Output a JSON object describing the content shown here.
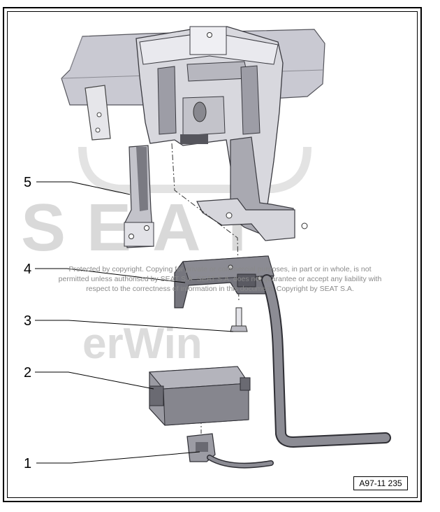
{
  "watermark": {
    "logo_text": "SEAT",
    "erwin_text": "erWin",
    "notice_lines": [
      "Protected by copyright. Copying for private or commercial purposes, in part or in whole, is not",
      "permitted unless authorised by SEAT S.A. SEAT S.A. does not guarantee or accept any liability with",
      "respect to the correctness of information in this document. Copyright by SEAT S.A."
    ]
  },
  "callouts": [
    {
      "number": "5"
    },
    {
      "number": "4"
    },
    {
      "number": "3"
    },
    {
      "number": "2"
    },
    {
      "number": "1"
    }
  ],
  "figure_ref": "A97-11 235",
  "colors": {
    "part_light": "#c8c8d0",
    "part_mid": "#a8a8b0",
    "part_dark": "#707078",
    "outline": "#3a3a40",
    "watermark": "#d9d9d9"
  }
}
